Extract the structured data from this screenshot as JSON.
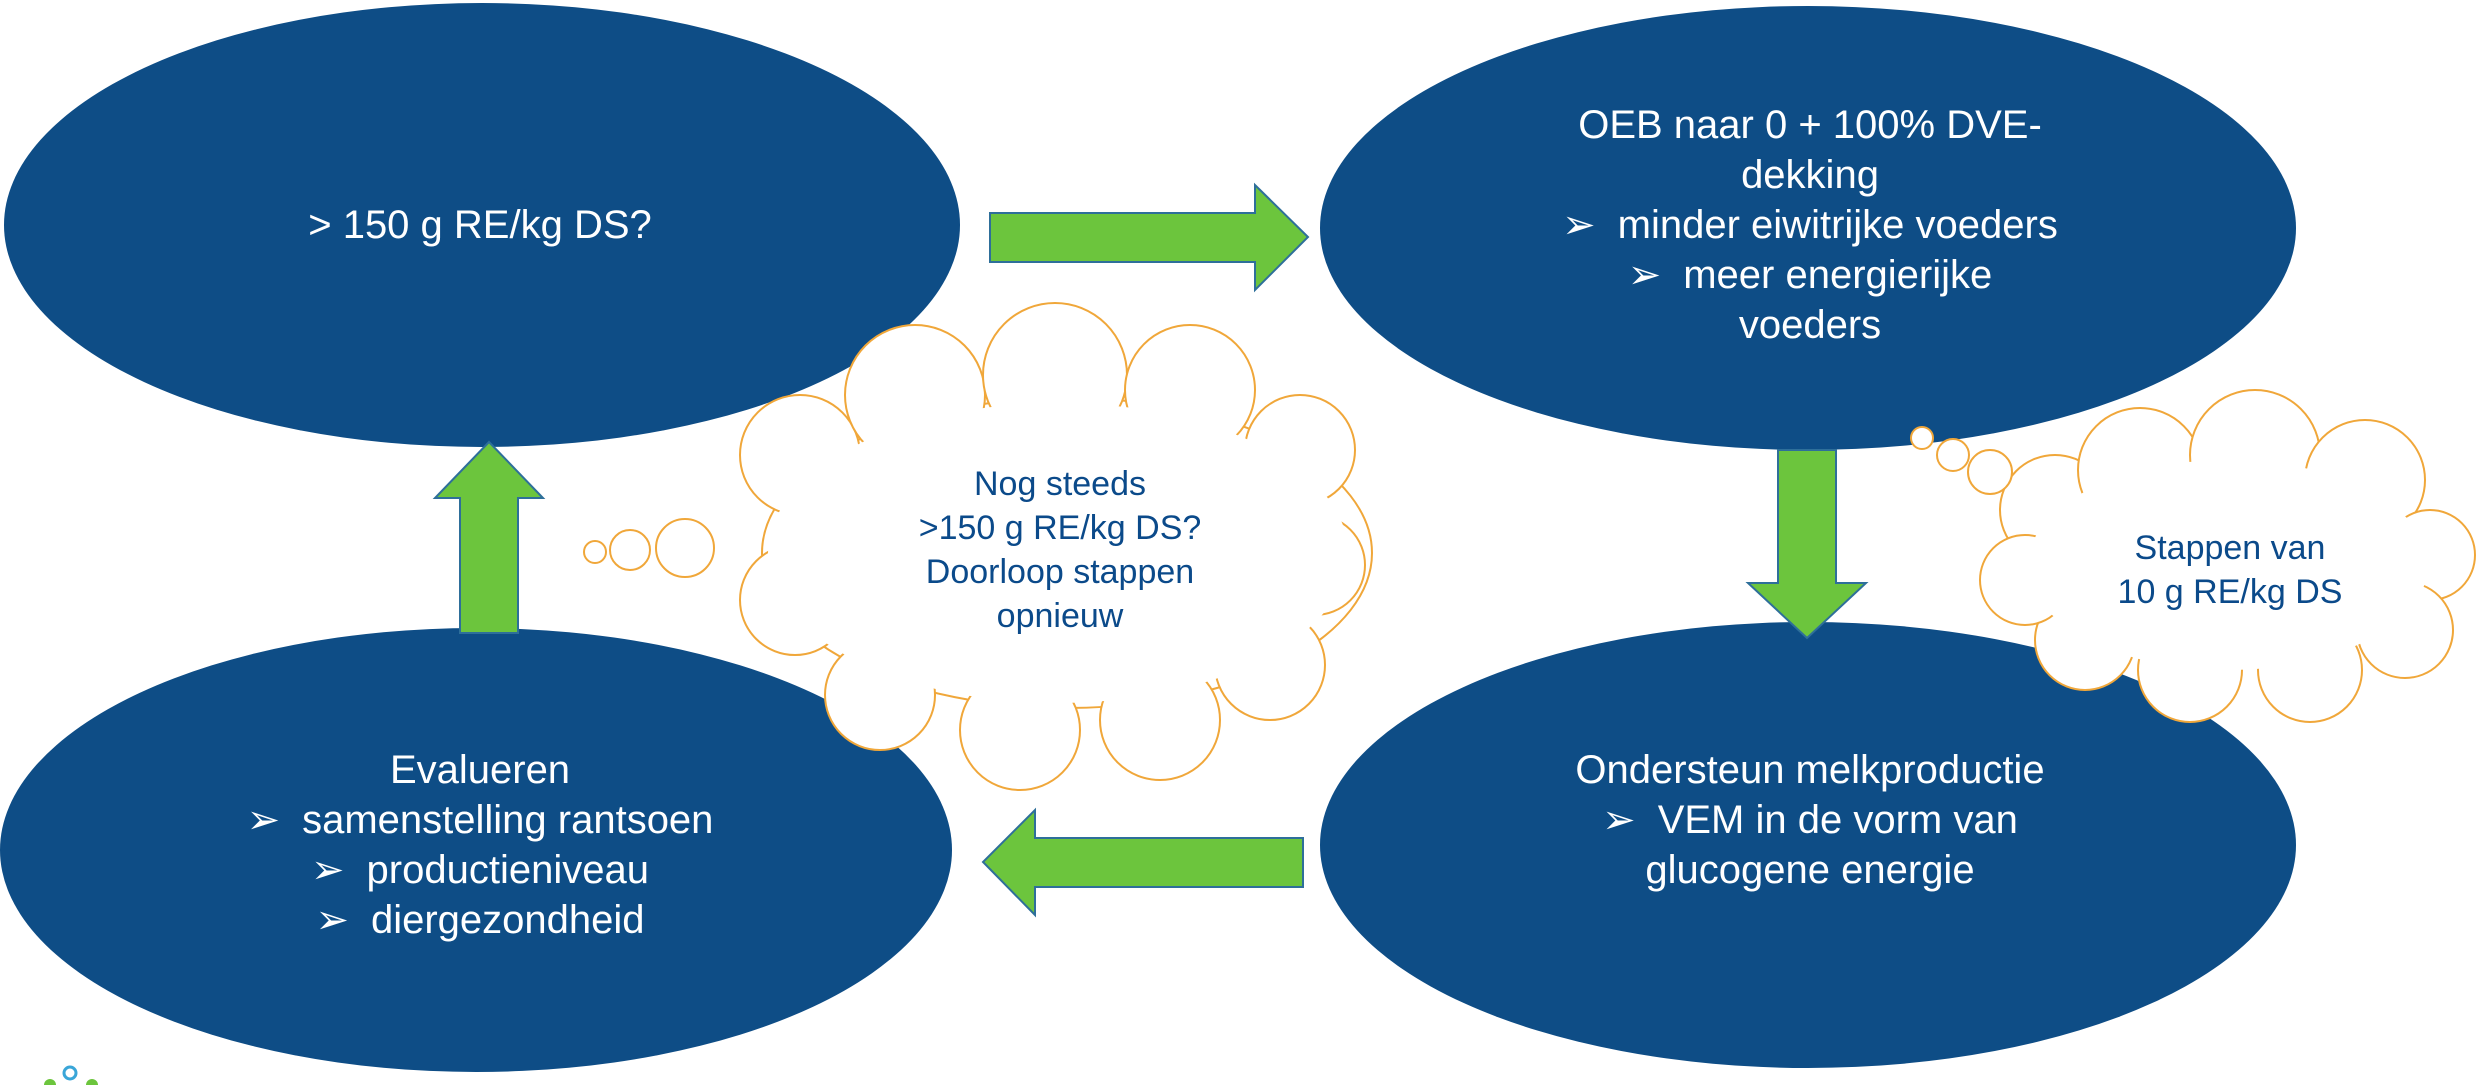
{
  "colors": {
    "ellipse_fill": "#0e4d86",
    "arrow_fill": "#6cc53d",
    "arrow_stroke": "#2e6f9a",
    "cloud_stroke": "#f0a73a",
    "cloud_text": "#0b4a8a"
  },
  "nodes": {
    "top_left": {
      "lines": [
        "> 150 g RE/kg DS?"
      ]
    },
    "top_right": {
      "lines": [
        "OEB naar 0 + 100% DVE-",
        "dekking"
      ],
      "bullets": [
        "minder eiwitrijke voeders",
        "meer energierijke voeders"
      ]
    },
    "bottom_right": {
      "lines": [
        "Ondersteun melkproductie"
      ],
      "bullets": [
        "VEM in de vorm van glucogene energie"
      ]
    },
    "bottom_left": {
      "lines": [
        "Evalueren"
      ],
      "bullets": [
        "samenstelling rantsoen",
        "productieniveau",
        "diergezondheid"
      ]
    }
  },
  "bullet_glyph": "➢",
  "clouds": {
    "middle": {
      "lines": [
        "Nog steeds",
        ">150 g RE/kg DS?",
        "Doorloop stappen",
        "opnieuw"
      ]
    },
    "right": {
      "lines": [
        "Stappen van",
        "10 g RE/kg DS"
      ]
    }
  }
}
